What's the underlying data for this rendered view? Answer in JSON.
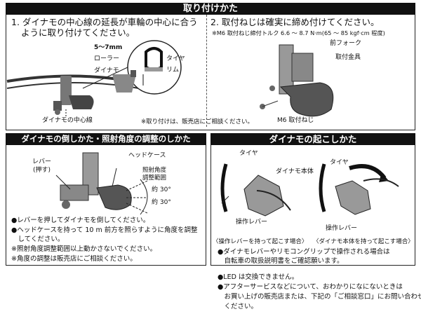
{
  "top": {
    "header": "取り付けかた",
    "step1": {
      "line1": "1. ダイナモの中心線の延長が車輪の中心に合う",
      "line2": "ように取り付けてください。"
    },
    "step2": {
      "line1": "2. 取付ねじは確実に締め付けてください。",
      "torque": "※M6 取付ねじ締付トルク 6.6 ～ 8.7 N·m(65 ～ 85 kgf·cm 程度)"
    },
    "labels": {
      "dim": "5～7mm",
      "roller": "ローラー",
      "dynamo": "ダイナモ",
      "tire": "タイヤ",
      "rim": "リム",
      "center_line": "ダイナモの中心線",
      "front_fork": "前フォーク",
      "bracket": "取付金具",
      "m6_screw": "M6 取付ねじ"
    },
    "note": "※取り付けは、販売店にご相談ください。"
  },
  "left": {
    "header": "ダイナモの倒しかた・照射角度の調整のしかた",
    "labels": {
      "lever": "レバー",
      "lever_sub": "(押す)",
      "head_case": "ヘッドケース",
      "range1": "照射角度",
      "range2": "調整範囲",
      "deg1": "約 30°",
      "deg2": "約 30°"
    },
    "bullets": [
      "●レバーを押してダイナモを倒してください。",
      "●ヘッドケースを持って 10 m 前方を照らすように角度を調整",
      "　してください。",
      "※照射角度調整範囲以上動かさないでください。",
      "※角度の調整は販売店にご相談ください。"
    ]
  },
  "right": {
    "header": "ダイナモの起こしかた",
    "labels": {
      "tire_a": "タイヤ",
      "tire_b": "タイヤ",
      "body": "ダイナモ本体",
      "lever_a": "操作レバー",
      "lever_b": "操作レバー",
      "caption_a": "〈操作レバーを持って起こす場合〉",
      "caption_b": "〈ダイナモ本体を持って起こす場合〉"
    },
    "bullets": [
      "●ダイナモレバーやリモコングリップで操作される場合は",
      "　自転車の取扱説明書をご確認願います。"
    ]
  },
  "footer": [
    "●LED は交換できません。",
    "●アフターサービスなどについて、おわかりになにないときは",
    "　お買い上げの販売店または、下記の「ご相談窓口」にお問い合わせ",
    "　ください。"
  ]
}
